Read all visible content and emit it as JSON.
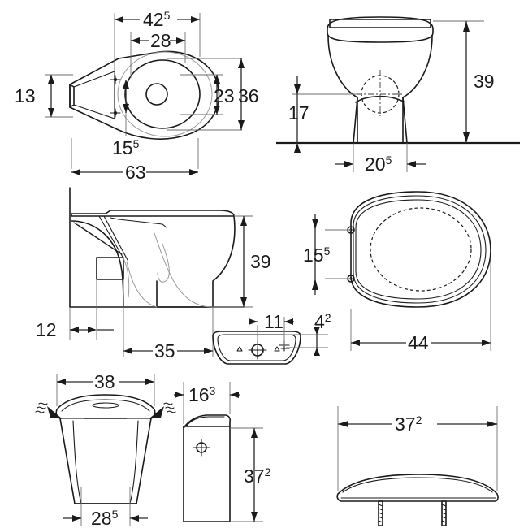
{
  "drawing": {
    "title": "Toilet technical dimension drawing",
    "background_color": "#ffffff",
    "line_color": "#1a1a1a",
    "light_line_color": "#8c8c8c",
    "unit_note": "",
    "views": [
      {
        "id": "plan-view",
        "name": "Toilet pan plan view (top)"
      },
      {
        "id": "front-elevation",
        "name": "Toilet pan front elevation"
      },
      {
        "id": "side-elevation",
        "name": "Toilet pan side elevation"
      },
      {
        "id": "seat-plan",
        "name": "Toilet seat plan view"
      },
      {
        "id": "lid-plan-small",
        "name": "Cistern lid small plan detail"
      },
      {
        "id": "cistern-front",
        "name": "Cistern front elevation"
      },
      {
        "id": "cistern-side",
        "name": "Cistern side elevation"
      },
      {
        "id": "lid-section",
        "name": "Cistern lid section with bolts"
      }
    ]
  },
  "dimensions": {
    "plan_overall_width": {
      "value": "42",
      "sup": "5",
      "view": "plan-view"
    },
    "plan_bolt_spacing": {
      "value": "28",
      "sup": "",
      "view": "plan-view"
    },
    "plan_inlet_height": {
      "value": "13",
      "sup": "",
      "view": "plan-view"
    },
    "plan_bowl_width": {
      "value": "23",
      "sup": "",
      "view": "plan-view"
    },
    "plan_outer_width": {
      "value": "36",
      "sup": "",
      "view": "plan-view"
    },
    "plan_bolt_gap": {
      "value": "15",
      "sup": "5",
      "view": "plan-view"
    },
    "plan_total_depth": {
      "value": "63",
      "sup": "",
      "view": "plan-view"
    },
    "front_total_height": {
      "value": "39",
      "sup": "",
      "view": "front-elevation"
    },
    "front_outlet_height": {
      "value": "17",
      "sup": "",
      "view": "front-elevation"
    },
    "front_foot_width": {
      "value": "20",
      "sup": "5",
      "view": "front-elevation"
    },
    "side_total_height": {
      "value": "39",
      "sup": "",
      "view": "side-elevation"
    },
    "side_rear_offset": {
      "value": "12",
      "sup": "",
      "view": "side-elevation"
    },
    "side_foot_depth": {
      "value": "35",
      "sup": "",
      "view": "side-elevation"
    },
    "seat_hinge_spacing": {
      "value": "15",
      "sup": "5",
      "view": "seat-plan"
    },
    "seat_width": {
      "value": "44",
      "sup": "",
      "view": "seat-plan"
    },
    "lid_detail_center": {
      "value": "11",
      "sup": "",
      "view": "lid-plan-small"
    },
    "lid_detail_depth": {
      "value": "4",
      "sup": "2",
      "view": "lid-plan-small"
    },
    "cistern_width": {
      "value": "38",
      "sup": "",
      "view": "cistern-front"
    },
    "cistern_base_width": {
      "value": "28",
      "sup": "5",
      "view": "cistern-front"
    },
    "cistern_depth": {
      "value": "16",
      "sup": "3",
      "view": "cistern-side"
    },
    "cistern_height": {
      "value": "37",
      "sup": "2",
      "view": "cistern-side"
    },
    "lid_section_width": {
      "value": "37",
      "sup": "2",
      "view": "lid-section"
    }
  }
}
